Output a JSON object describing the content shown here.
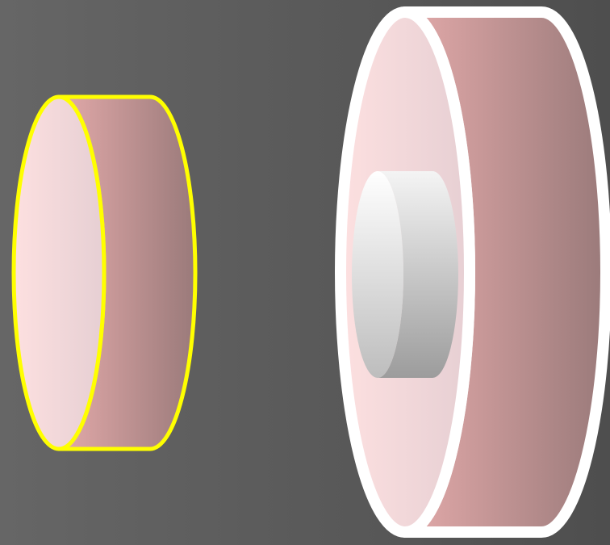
{
  "background": {
    "gradient_left": "#666666",
    "gradient_right": "#4e4e4e"
  },
  "shapes": [
    {
      "id": "small-disc",
      "kind": "cylinder-disc",
      "face_color_light": "#fde0e0",
      "face_color_dark": "#e6cfd3",
      "side_color_light": "#e3aaaa",
      "side_color_dark": "#9a7a7a",
      "outline_color": "#ffff00"
    },
    {
      "id": "large-disc",
      "kind": "cylinder-disc",
      "face_color_light": "#fde0e0",
      "face_color_dark": "#e6cfd3",
      "side_color_light": "#e3aaaa",
      "side_color_dark": "#9a7a7a",
      "outline_color": "#ffffff"
    },
    {
      "id": "inner-disc",
      "kind": "cylinder-disc",
      "face_color_light": "#ffffff",
      "face_color_dark": "#bdbdbd",
      "side_color_light": "#f4f4f4",
      "side_color_dark": "#9c9c9c",
      "outline_color": "none"
    }
  ]
}
